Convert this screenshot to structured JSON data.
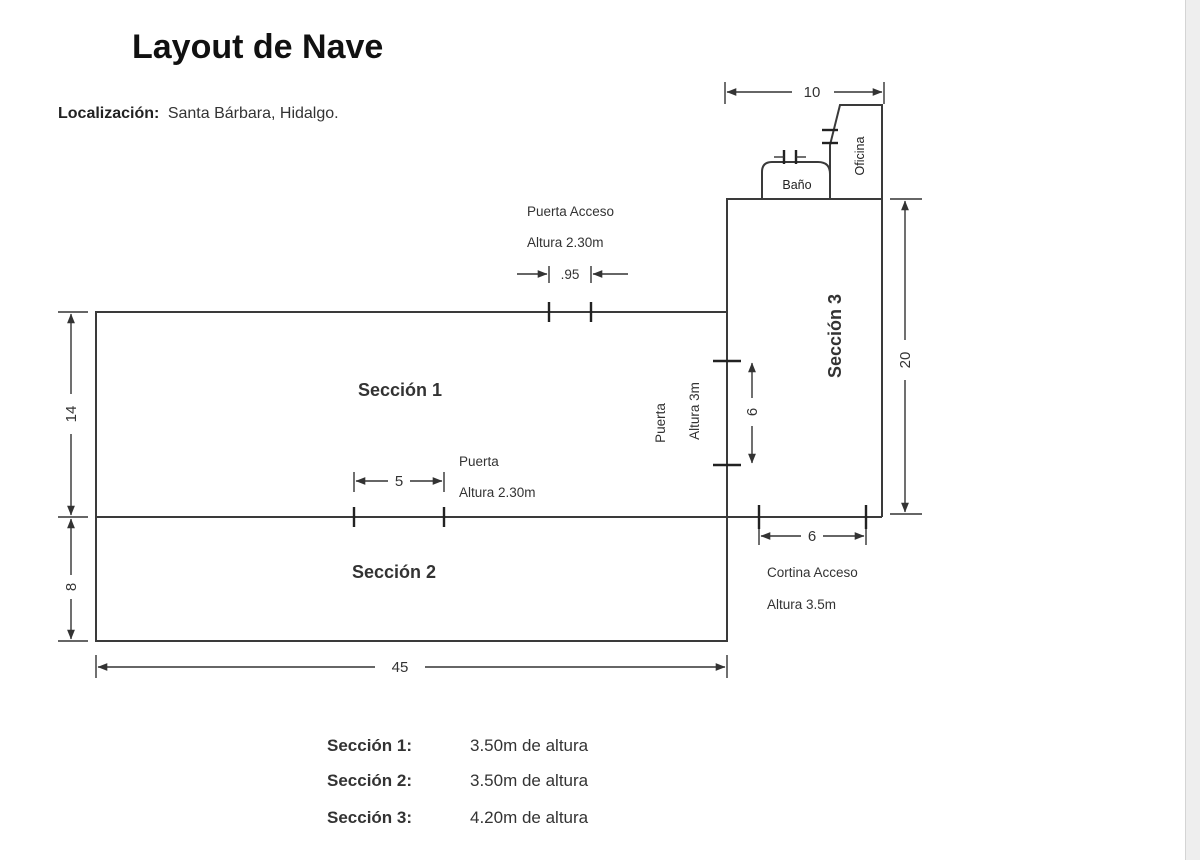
{
  "title": "Layout de Nave",
  "location": {
    "label": "Localización:",
    "value": "Santa Bárbara, Hidalgo."
  },
  "dimensions": {
    "office_width": "10",
    "access_door_width": ".95",
    "section1_depth": "14",
    "section2_depth": "8",
    "total_length": "45",
    "section3_depth": "20",
    "internal_door_width": "6",
    "door_width": "5",
    "curtain_width": "6"
  },
  "labels": {
    "section1": "Sección 1",
    "section2": "Sección 2",
    "section3": "Sección 3",
    "bathroom": "Baño",
    "office": "Oficina",
    "access_door_title": "Puerta Acceso",
    "access_door_height": "Altura 2.30m",
    "door_title": "Puerta",
    "door_height": "Altura 2.30m",
    "internal_door_title": "Puerta",
    "internal_door_height": "Altura 3m",
    "curtain_title": "Cortina Acceso",
    "curtain_height": "Altura 3.5m"
  },
  "legend": [
    {
      "label": "Sección 1:",
      "value": "3.50m de altura"
    },
    {
      "label": "Sección 2:",
      "value": "3.50m de altura"
    },
    {
      "label": "Sección 3:",
      "value": "4.20m de altura"
    }
  ]
}
